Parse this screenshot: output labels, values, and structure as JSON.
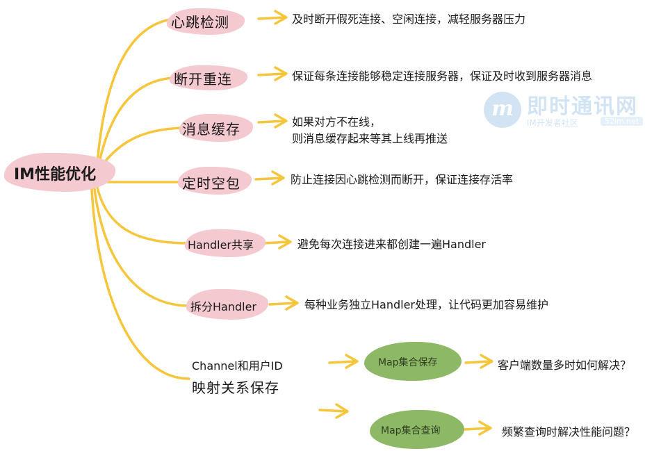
{
  "root": {
    "label": "IM性能优化"
  },
  "branches": [
    {
      "label": "心跳检测",
      "desc": "及时断开假死连接、空闲连接，减轻服务器压力"
    },
    {
      "label": "断开重连",
      "desc": "保证每条连接能够稳定连接服务器，保证及时收到服务器消息"
    },
    {
      "label": "消息缓存",
      "desc_line1": "如果对方不在线，",
      "desc_line2": "则消息缓存起来等其上线再推送"
    },
    {
      "label": "定时空包",
      "desc": "防止连接因心跳检测而断开，保证连接存活率"
    },
    {
      "label": "Handler共享",
      "desc": "避免每次连接进来都创建一遍Handler"
    },
    {
      "label": "拆分Handler",
      "desc": "每种业务独立Handler处理，让代码更加容易维护"
    },
    {
      "label_line1": "Channel和用户ID",
      "label_line2": "映射关系保存",
      "children": [
        {
          "label": "Map集合保存",
          "desc": "客户端数量多时如何解决？"
        },
        {
          "label": "Map集合查询",
          "desc": "频繁查询时解决性能问题？"
        }
      ]
    }
  ],
  "watermark": {
    "logo_letter": "m",
    "title": "即时通讯网",
    "subtitle": "IM开发者社区",
    "url": "52im.net"
  },
  "colors": {
    "link": "#f5c63c",
    "pink_blob": "#f4c9d0",
    "green_blob": "#8db865",
    "watermark": "#9cc3e8"
  }
}
